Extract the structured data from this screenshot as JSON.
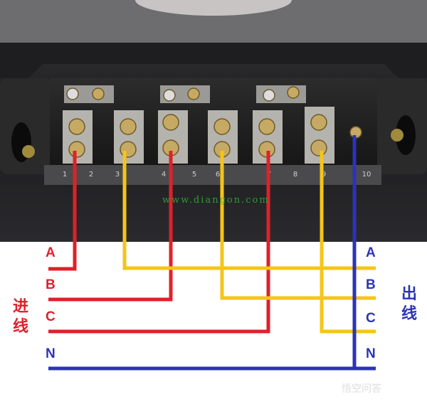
{
  "watermark": "www.diangon.com",
  "source_watermark": "悟空问答",
  "terminal_numbers": [
    "1",
    "2",
    "3",
    "4",
    "5",
    "6",
    "7",
    "8",
    "9",
    "10"
  ],
  "input_labels": [
    "A",
    "B",
    "C",
    "N"
  ],
  "output_labels": [
    "A",
    "B",
    "C",
    "N"
  ],
  "input_title": [
    "进",
    "线"
  ],
  "output_title": [
    "出",
    "线"
  ],
  "colors": {
    "phase": "#e0202a",
    "output_phase": "#f5c518",
    "neutral": "#2b34b8"
  }
}
